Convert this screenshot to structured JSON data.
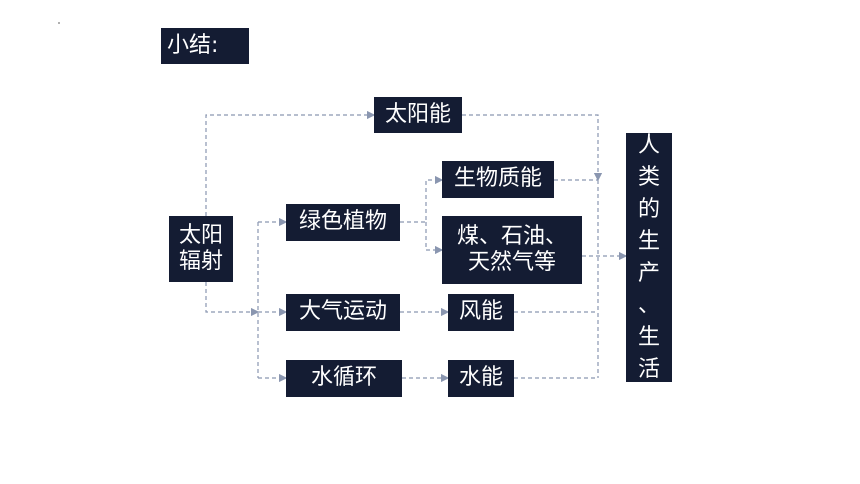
{
  "title": "小结:",
  "nodes": {
    "solar_radiation": [
      "太阳",
      "辐射"
    ],
    "solar_energy": "太阳能",
    "green_plants": "绿色植物",
    "atmospheric_motion": "大气运动",
    "water_cycle": "水循环",
    "biomass_energy": "生物质能",
    "fossil_fuels": [
      "煤、石油、",
      "天然气等"
    ],
    "wind_energy": "风能",
    "hydro_energy": "水能",
    "human_life": [
      "人",
      "类",
      "的",
      "生",
      "产",
      "、",
      "生",
      "活"
    ]
  },
  "colors": {
    "box_fill": "#141c33",
    "box_text": "#ffffff",
    "connector": "#8a96b0"
  }
}
